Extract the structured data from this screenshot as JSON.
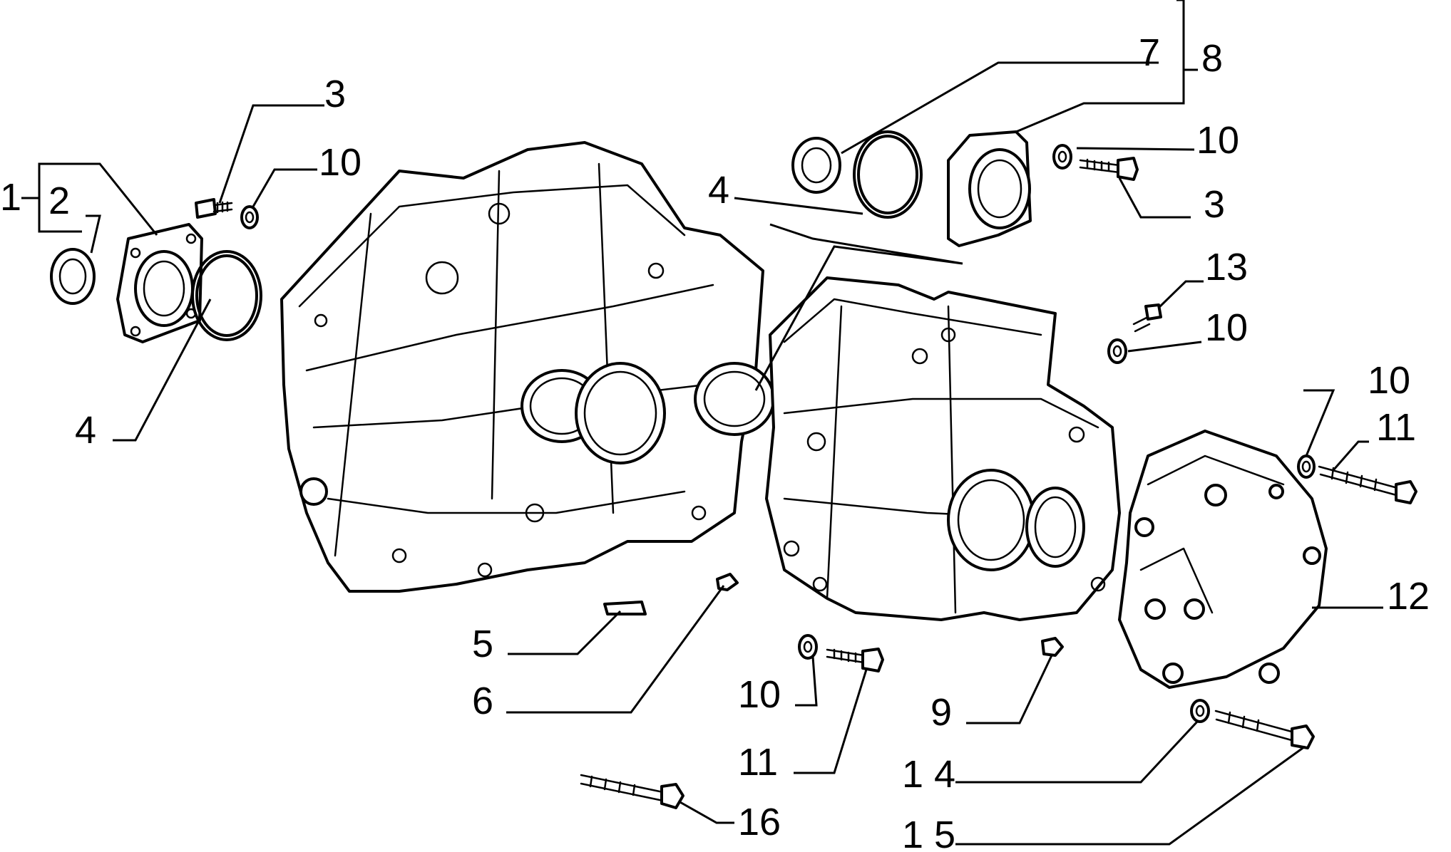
{
  "diagram": {
    "callouts": {
      "c1": "1",
      "c2": "2",
      "c3_left": "3",
      "c10_left": "10",
      "c4_left": "4",
      "c7": "7",
      "c8": "8",
      "c4_center": "4",
      "c10_top_right": "10",
      "c3_right": "3",
      "c13": "13",
      "c10_mid_right": "10",
      "c10_cover": "10",
      "c11_cover": "11",
      "c12": "12",
      "c5": "5",
      "c6": "6",
      "c10_bottom": "10",
      "c11_bottom": "11",
      "c9": "9",
      "c14": "1 4",
      "c16": "16",
      "c15": "1 5"
    }
  }
}
